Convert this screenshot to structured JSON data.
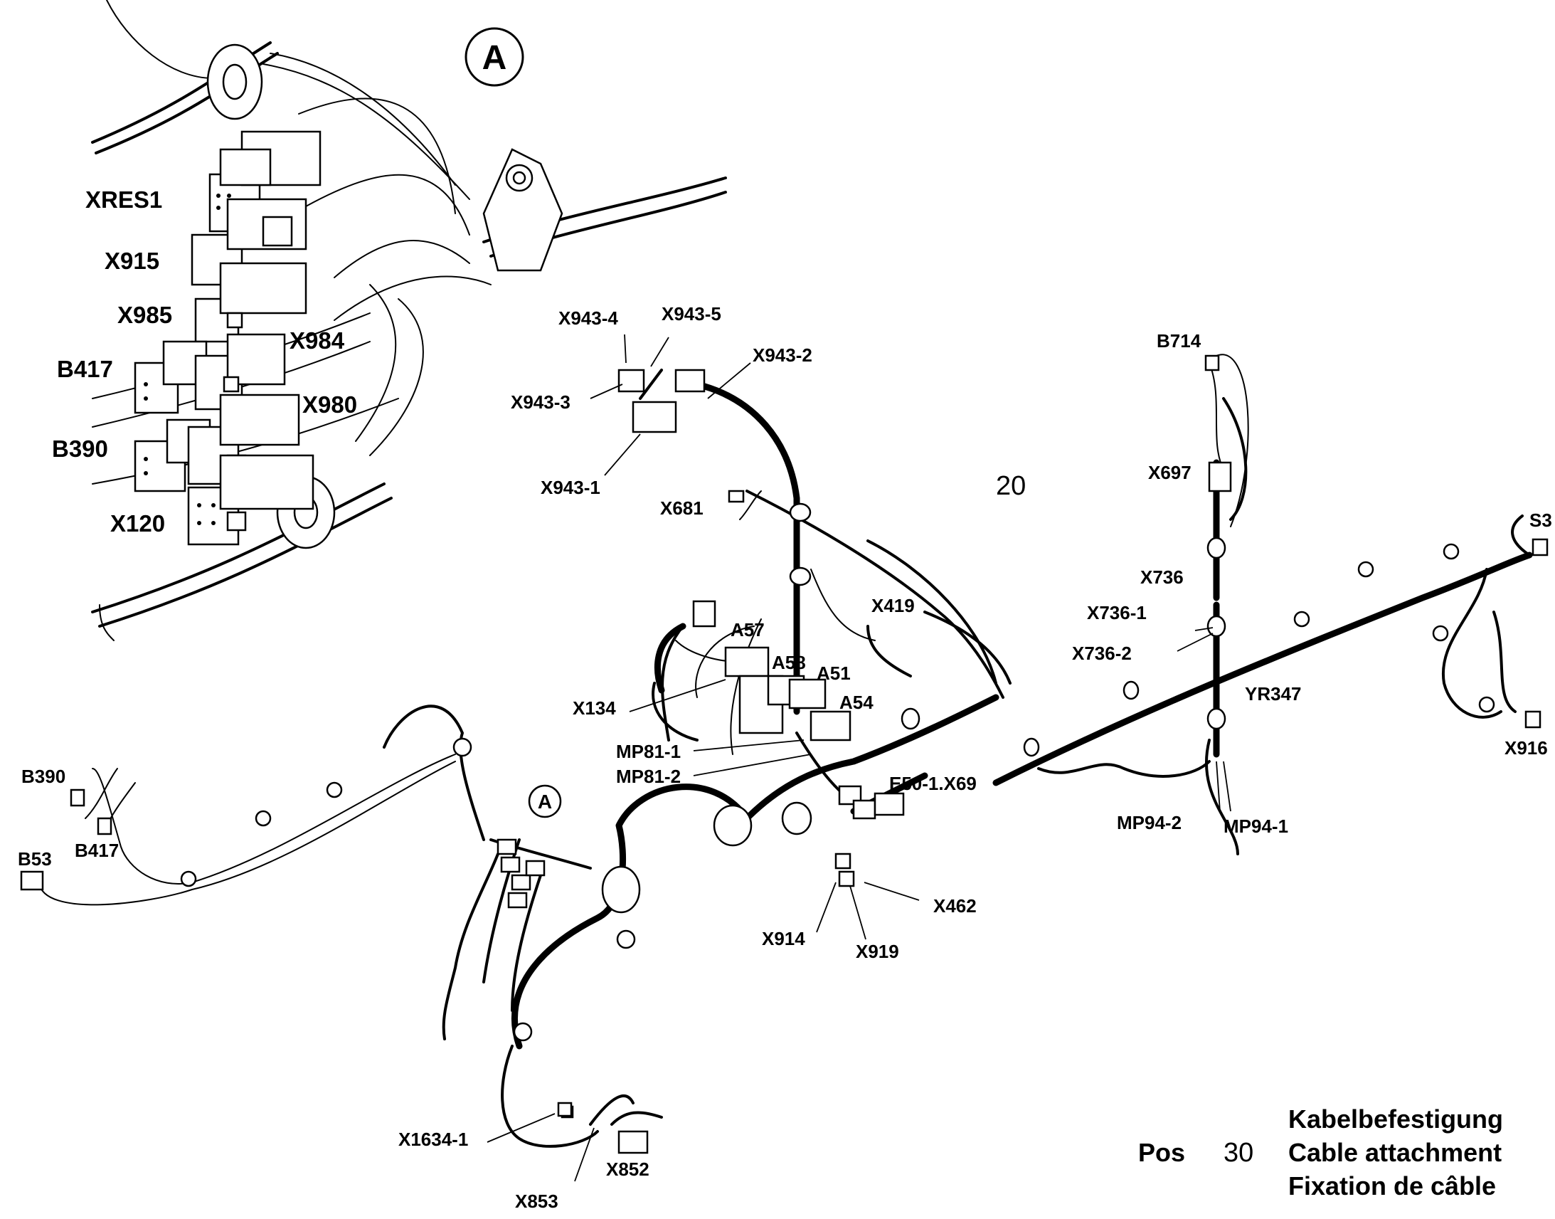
{
  "detail": {
    "marker": "A",
    "labels": [
      "XRES1",
      "X915",
      "X985",
      "X984",
      "B417",
      "X980",
      "B390",
      "X120"
    ]
  },
  "main": {
    "position_number": "20",
    "detail_marker": "A",
    "labels": [
      "X943-4",
      "X943-5",
      "X943-2",
      "X943-3",
      "X943-1",
      "X681",
      "X419",
      "A57",
      "A58",
      "A51",
      "A54",
      "X134",
      "MP81-1",
      "MP81-2",
      "E50-1.X69",
      "B390",
      "B417",
      "B53",
      "X914",
      "X919",
      "X462",
      "X1634-1",
      "X852",
      "X853",
      "B714",
      "X697",
      "S3",
      "X736",
      "X736-1",
      "X736-2",
      "YR347",
      "MP94-2",
      "MP94-1",
      "X916"
    ]
  },
  "caption": {
    "pos_label": "Pos",
    "pos_number": "30",
    "line_de": "Kabelbefestigung",
    "line_en": "Cable attachment",
    "line_fr": "Fixation de câble"
  }
}
